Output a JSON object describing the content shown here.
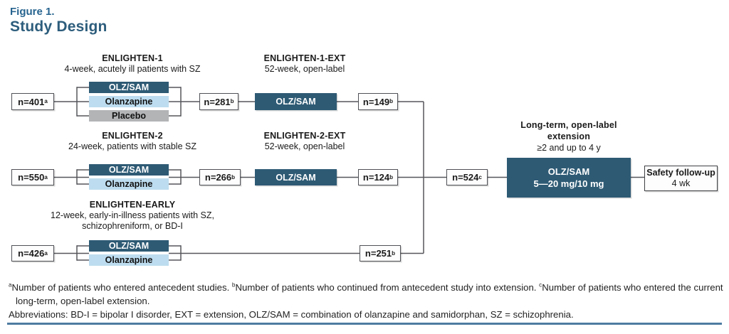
{
  "figure": {
    "label": "Figure 1.",
    "title": "Study Design"
  },
  "studies": {
    "enlighten1": {
      "name": "ENLIGHTEN-1",
      "description": "4-week, acutely ill patients with SZ",
      "n_entered": {
        "label": "n=401",
        "sup": "a"
      },
      "arms": [
        "OLZ/SAM",
        "Olanzapine",
        "Placebo"
      ]
    },
    "enlighten1_ext": {
      "name": "ENLIGHTEN-1-EXT",
      "description": "52-week, open-label",
      "n_entered": {
        "label": "n=281",
        "sup": "b"
      },
      "arm": "OLZ/SAM",
      "n_completed": {
        "label": "n=149",
        "sup": "b"
      }
    },
    "enlighten2": {
      "name": "ENLIGHTEN-2",
      "description": "24-week, patients with stable SZ",
      "n_entered": {
        "label": "n=550",
        "sup": "a"
      },
      "arms": [
        "OLZ/SAM",
        "Olanzapine"
      ]
    },
    "enlighten2_ext": {
      "name": "ENLIGHTEN-2-EXT",
      "description": "52-week, open-label",
      "n_entered": {
        "label": "n=266",
        "sup": "b"
      },
      "arm": "OLZ/SAM",
      "n_completed": {
        "label": "n=124",
        "sup": "b"
      }
    },
    "enlighten_early": {
      "name": "ENLIGHTEN-EARLY",
      "description_line1": "12-week, early-in-illness patients with SZ,",
      "description_line2": "schizophreniform, or BD-I",
      "n_entered": {
        "label": "n=426",
        "sup": "a"
      },
      "arms": [
        "OLZ/SAM",
        "Olanzapine"
      ],
      "n_completed": {
        "label": "n=251",
        "sup": "b"
      }
    },
    "long_term_extension": {
      "title_line1": "Long-term, open-label",
      "title_line2": "extension",
      "duration": "≥2 and up to 4 y",
      "n_entered": {
        "label": "n=524",
        "sup": "c"
      },
      "box_line1": "OLZ/SAM",
      "box_line2": "5—20 mg/10 mg"
    },
    "safety_followup": {
      "line1": "Safety follow-up",
      "line2": "4 wk"
    }
  },
  "footnotes": {
    "notes": [
      {
        "sup": "a",
        "text": "Number of patients who entered antecedent studies. "
      },
      {
        "sup": "b",
        "text": "Number of patients who continued from antecedent study into extension. "
      },
      {
        "sup": "c",
        "text": "Number of patients who entered the current long-term, open-label extension."
      }
    ],
    "abbreviations": "Abbreviations: BD-I = bipolar I disorder, EXT = extension, OLZ/SAM = combination of olanzapine and samidorphan, SZ = schizophrenia."
  },
  "colors": {
    "dark_box": "#2e5a74",
    "light_blue_box": "#bddcef",
    "gray_box": "#b2b4b6",
    "figure_label_blue": "#27648f",
    "title_blue": "#2d5d7c",
    "accent_rule": "#4e7ca1",
    "connector_gray": "#56575b"
  }
}
